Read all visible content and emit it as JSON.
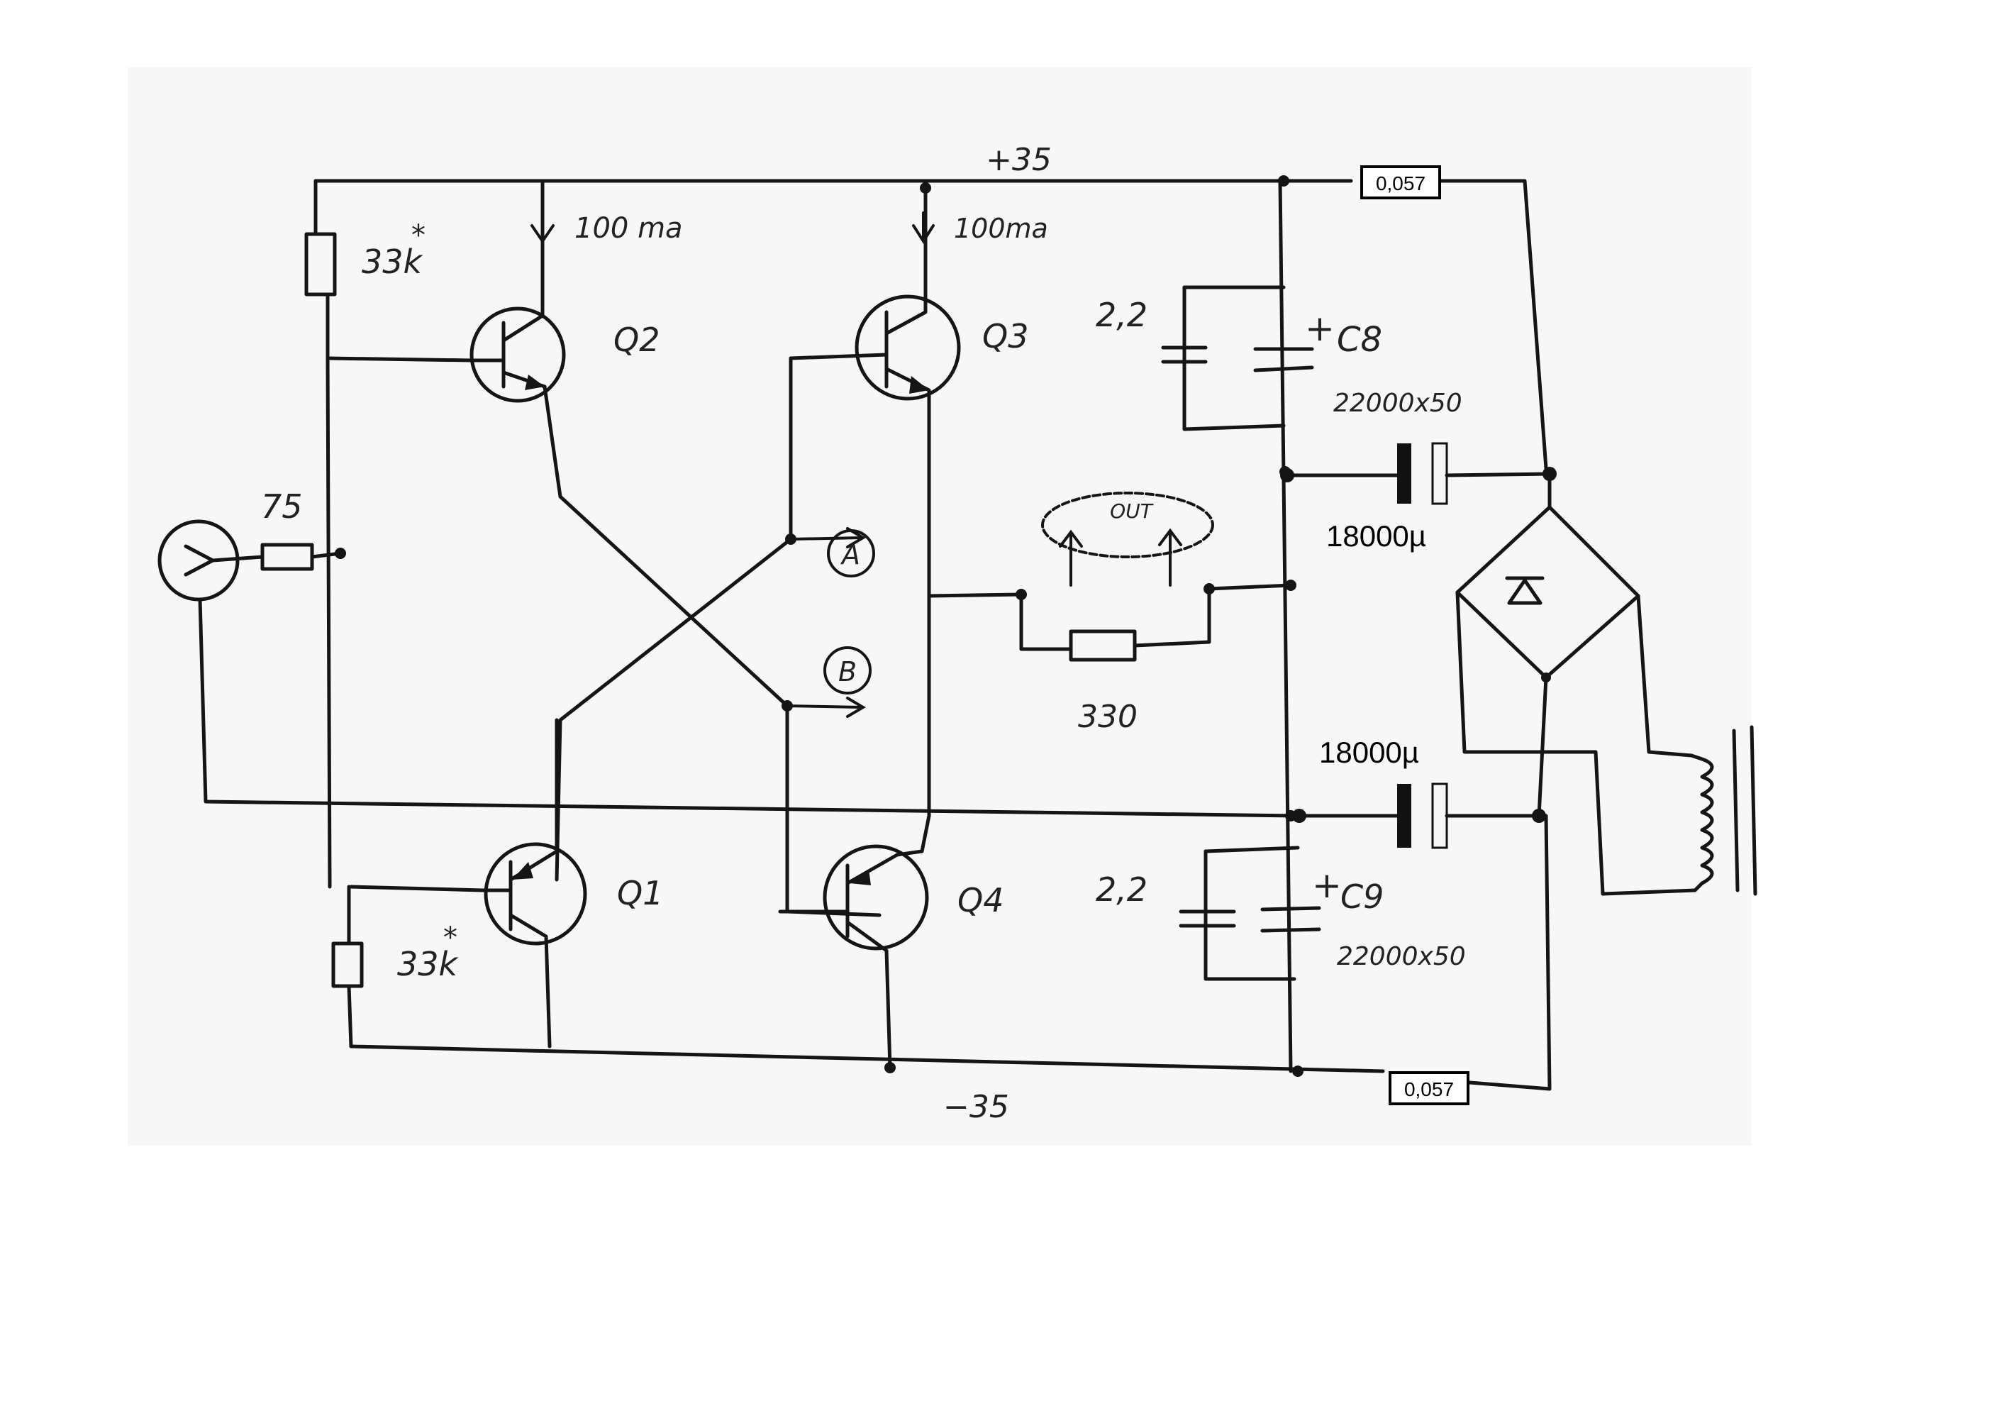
{
  "rails": {
    "positive": "+35",
    "negative": "−35"
  },
  "currents": {
    "q2": "100 ma",
    "q3": "100ma"
  },
  "transistors": {
    "q1": "Q1",
    "q2": "Q2",
    "q3": "Q3",
    "q4": "Q4"
  },
  "resistors": {
    "bias_top": "33k",
    "bias_top_mark": "*",
    "bias_bottom": "33k",
    "bias_bottom_mark": "*",
    "input": "75",
    "load": "330",
    "shunt_top": "0,057",
    "shunt_bottom": "0,057"
  },
  "capacitors": {
    "c8_small": "2,2",
    "c8_label": "C8",
    "c8_rating": "22000x50",
    "c9_small": "2,2",
    "c9_label": "C9",
    "c9_rating": "22000x50",
    "filter_top": "18000µ",
    "filter_bottom": "18000µ",
    "polarity_top": "+",
    "polarity_bottom": "+"
  },
  "nodes": {
    "a": "A",
    "b": "B",
    "out": "OUT"
  }
}
